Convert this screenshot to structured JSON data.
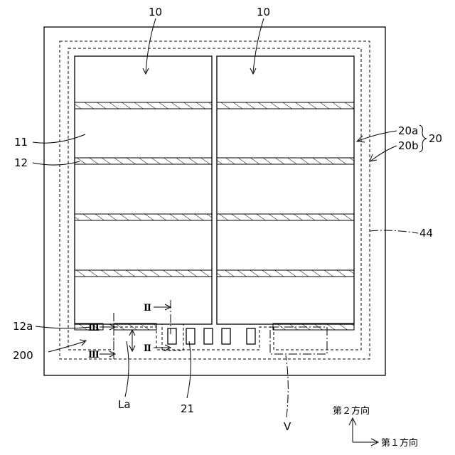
{
  "labels": {
    "module_left": "10",
    "module_right": "10",
    "cell": "11",
    "separator": "12",
    "separator_end": "12a",
    "inner_20a": "20a",
    "outer_20b": "20b",
    "group_20": "20",
    "dashed_44": "44",
    "assembly_200": "200",
    "length_la": "La",
    "terminal_21": "21",
    "detail_v": "V",
    "section_ii_top": "Ⅱ",
    "section_ii_bottom": "Ⅱ",
    "section_iii_top": "Ⅲ",
    "section_iii_bottom": "Ⅲ",
    "direction_second": "第２方向",
    "direction_first": "第１方向"
  }
}
